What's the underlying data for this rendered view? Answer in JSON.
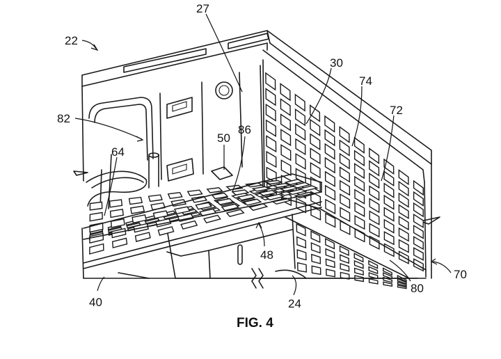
{
  "caption": "FIG. 4",
  "references": {
    "r22": "22",
    "r27": "27",
    "r30": "30",
    "r74": "74",
    "r72": "72",
    "r82": "82",
    "r64": "64",
    "r50": "50",
    "r86": "86",
    "r48": "48",
    "r40": "40",
    "r24": "24",
    "r80": "80",
    "r70": "70"
  }
}
